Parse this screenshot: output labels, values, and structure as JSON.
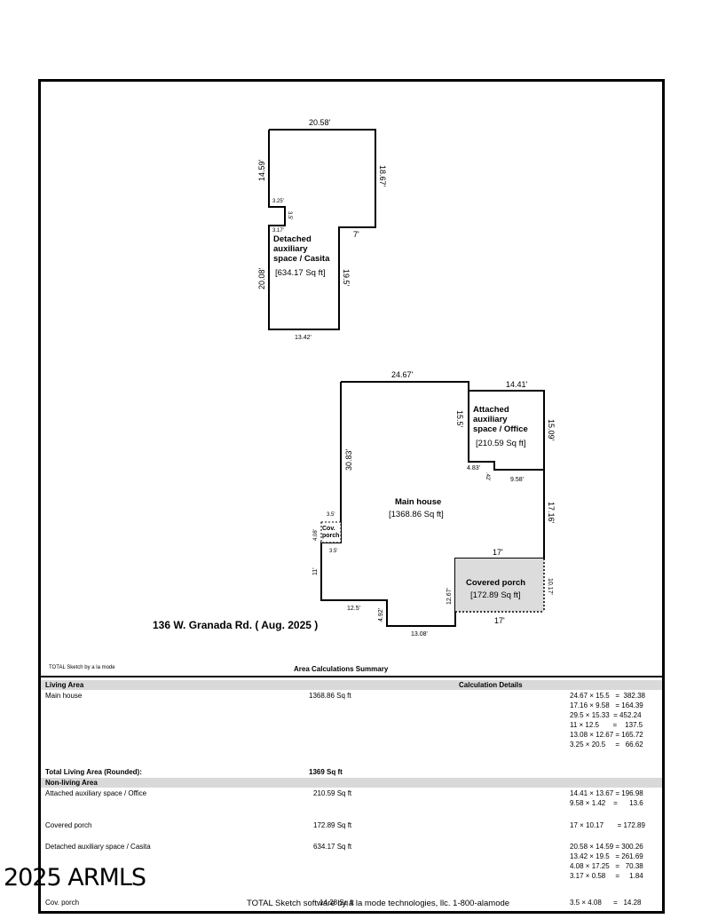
{
  "sketch": {
    "casita": {
      "name_lines": [
        "Detached",
        "auxiliary",
        "space / Casita"
      ],
      "area": "[634.17 Sq ft]",
      "dims": {
        "top": "20.58'",
        "left_upper": "14.59'",
        "right_upper": "18.67'",
        "notch_w": "3.25'",
        "notch_h": "3.5'",
        "notch_w2": "3.17'",
        "step": "7'",
        "left_lower": "20.08'",
        "right_lower": "19.5'",
        "bottom": "13.42'"
      }
    },
    "office": {
      "name_lines": [
        "Attached",
        "auxiliary",
        "space / Office"
      ],
      "area": "[210.59 Sq ft]",
      "dims": {
        "top": "14.41'",
        "left": "15.5'",
        "right": "15.09'",
        "step_w": "4.83'",
        "step_h": ".42'",
        "bottom": "9.58'"
      }
    },
    "main": {
      "name": "Main house",
      "area": "[1368.86 Sq ft]",
      "dims": {
        "top": "24.67'",
        "left_upper": "30.83'",
        "right_mid": "17.16'",
        "porch_top": "17'",
        "cov_top": "3.5'",
        "cov_side": "4.08'",
        "cov_bottom": "3.5'",
        "left_lower": "11'",
        "bottom_left": "12.5'",
        "step_h": "4.92'",
        "bottom": "13.08'",
        "porch_left": "12.67'"
      }
    },
    "cov_porch": {
      "name_lines": [
        "Cov.",
        "porch"
      ]
    },
    "covered_porch": {
      "name": "Covered porch",
      "area": "[172.89 Sq ft]",
      "dims": {
        "right": "10.17'",
        "bottom": "17'"
      }
    },
    "address": "136 W. Granada Rd. ( Aug. 2025 )"
  },
  "summary": {
    "sketch_by": "TOTAL Sketch by a la mode",
    "title": "Area Calculations Summary",
    "living_header": "Living Area",
    "calc_header": "Calculation Details",
    "rows": {
      "main_house": {
        "label": "Main house",
        "value": "1368.86 Sq ft",
        "calcs": "24.67 × 15.5   =  382.38\n17.16 × 9.58   = 164.39\n29.5 × 15.33  = 452.24\n11 × 12.5       =    137.5\n13.08 × 12.67 = 165.72\n3.25 × 20.5     =   66.62"
      },
      "total_living": {
        "label": "Total Living Area (Rounded):",
        "value": "1369 Sq ft"
      },
      "non_living_header": "Non-living Area",
      "office": {
        "label": "Attached  auxiliary  space / Office",
        "value": "210.59 Sq ft",
        "calcs": "14.41 × 13.67 = 196.98\n9.58 × 1.42    =      13.6"
      },
      "covered_porch": {
        "label": "Covered porch",
        "value": "172.89 Sq ft",
        "calcs": "17 × 10.17       = 172.89"
      },
      "casita": {
        "label": "Detached  auxiliary  space / Casita",
        "value": "634.17 Sq ft",
        "calcs": "20.58 × 14.59 = 300.26\n13.42 × 19.5   = 261.69\n4.08 × 17.25   =   70.38\n3.17 × 0.58     =     1.84"
      },
      "cov_porch": {
        "label": "Cov. porch",
        "value": "14.28 Sq ft",
        "calcs": "3.5 × 4.08      =   14.28"
      }
    },
    "footer": "TOTAL Sketch software by a la mode technologies, llc. 1-800-alamode",
    "watermark": "2025 ARMLS"
  }
}
